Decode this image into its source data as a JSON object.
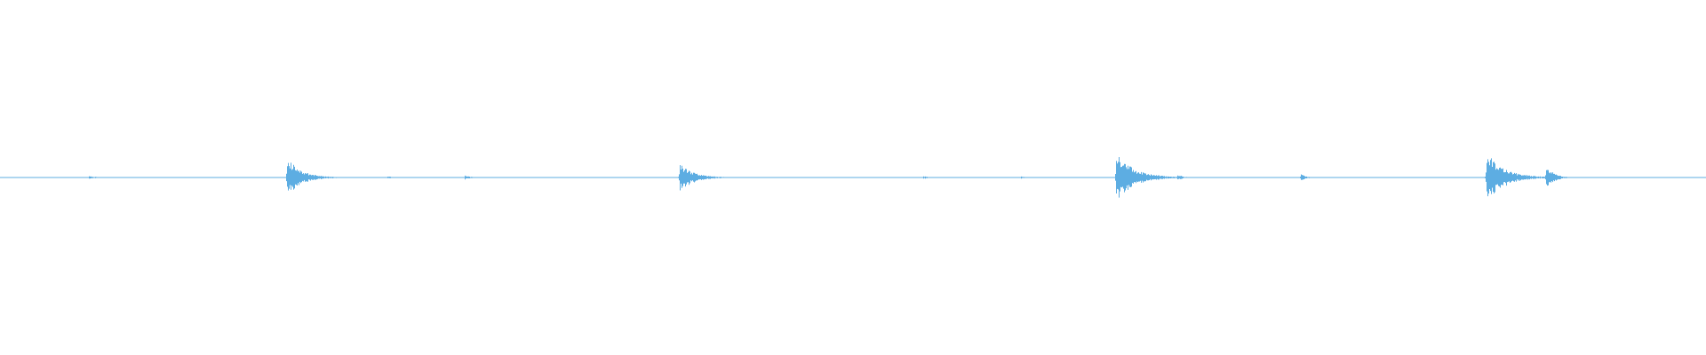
{
  "waveform": {
    "color": "#5dade2",
    "background": "#ffffff",
    "baseline_amplitude": 0.006,
    "transients": [
      {
        "time": 0.052,
        "amplitude": 0.04,
        "decay": 0.004
      },
      {
        "time": 0.168,
        "amplitude": 0.49,
        "decay": 0.008
      },
      {
        "time": 0.227,
        "amplitude": 0.03,
        "decay": 0.003
      },
      {
        "time": 0.272,
        "amplitude": 0.06,
        "decay": 0.003
      },
      {
        "time": 0.398,
        "amplitude": 0.34,
        "decay": 0.008
      },
      {
        "time": 0.541,
        "amplitude": 0.04,
        "decay": 0.003
      },
      {
        "time": 0.598,
        "amplitude": 0.03,
        "decay": 0.003
      },
      {
        "time": 0.654,
        "amplitude": 0.6,
        "decay": 0.01
      },
      {
        "time": 0.69,
        "amplitude": 0.08,
        "decay": 0.003
      },
      {
        "time": 0.762,
        "amplitude": 0.09,
        "decay": 0.003
      },
      {
        "time": 0.871,
        "amplitude": 0.61,
        "decay": 0.01
      },
      {
        "time": 0.906,
        "amplitude": 0.35,
        "decay": 0.004
      }
    ]
  }
}
